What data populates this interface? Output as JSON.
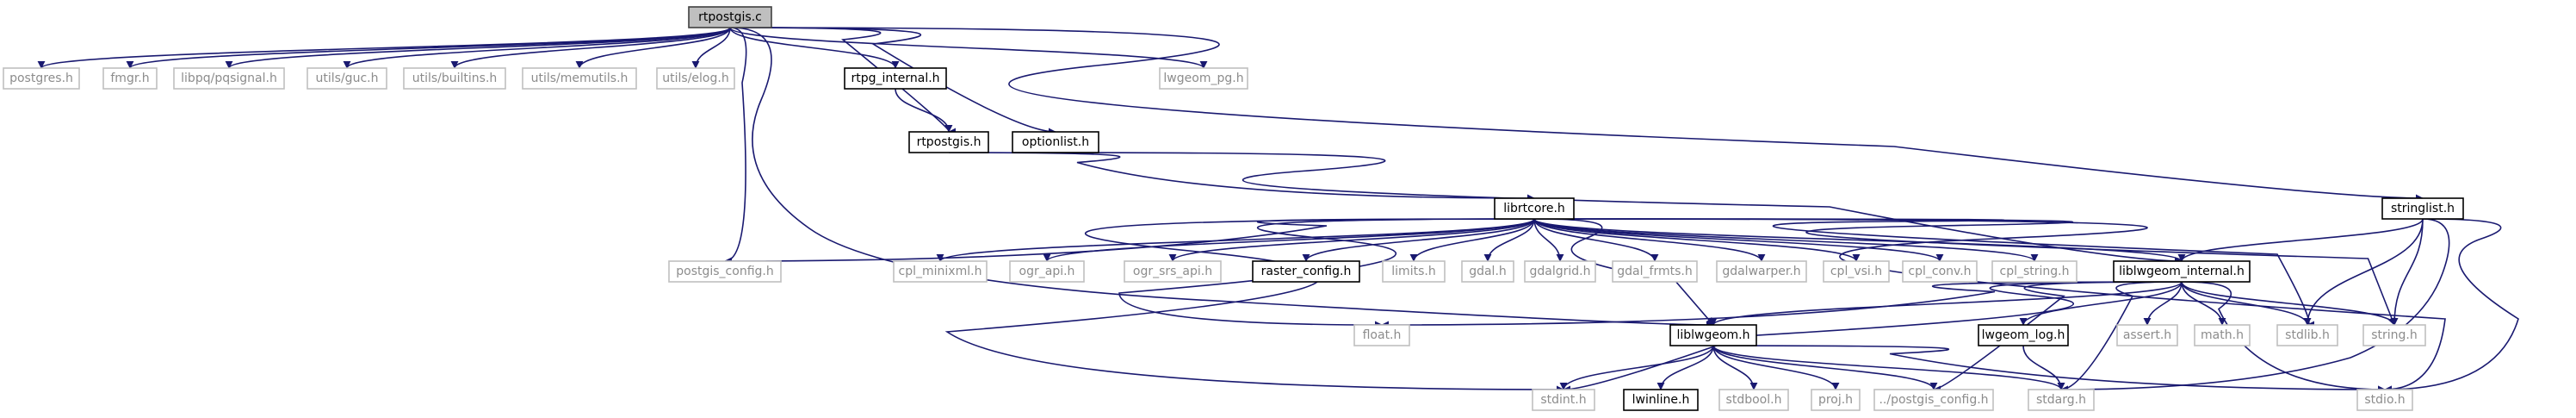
{
  "diagram": {
    "type": "include-dependency-graph",
    "colors": {
      "edge": "#191970",
      "root_fill": "#bfbfbf",
      "root_border": "#404040",
      "documented_border": "#000000",
      "documented_text": "#000000",
      "external_border": "#bfbfbf",
      "external_text": "#8c8c8c"
    },
    "nodes": [
      {
        "id": "rtpostgis_c",
        "label": "rtpostgis.c",
        "kind": "root"
      },
      {
        "id": "postgres_h",
        "label": "postgres.h",
        "kind": "external"
      },
      {
        "id": "fmgr_h",
        "label": "fmgr.h",
        "kind": "external"
      },
      {
        "id": "pqsignal_h",
        "label": "libpq/pqsignal.h",
        "kind": "external"
      },
      {
        "id": "guc_h",
        "label": "utils/guc.h",
        "kind": "external"
      },
      {
        "id": "builtins_h",
        "label": "utils/builtins.h",
        "kind": "external"
      },
      {
        "id": "memutils_h",
        "label": "utils/memutils.h",
        "kind": "external"
      },
      {
        "id": "elog_h",
        "label": "utils/elog.h",
        "kind": "external"
      },
      {
        "id": "rtpg_internal_h",
        "label": "rtpg_internal.h",
        "kind": "documented"
      },
      {
        "id": "lwgeom_pg_h",
        "label": "lwgeom_pg.h",
        "kind": "external"
      },
      {
        "id": "rtpostgis_h",
        "label": "rtpostgis.h",
        "kind": "documented"
      },
      {
        "id": "optionlist_h",
        "label": "optionlist.h",
        "kind": "documented"
      },
      {
        "id": "librtcore_h",
        "label": "librtcore.h",
        "kind": "documented"
      },
      {
        "id": "stringlist_h",
        "label": "stringlist.h",
        "kind": "documented"
      },
      {
        "id": "postgis_config_h",
        "label": "postgis_config.h",
        "kind": "external"
      },
      {
        "id": "cpl_minixml_h",
        "label": "cpl_minixml.h",
        "kind": "external"
      },
      {
        "id": "ogr_api_h",
        "label": "ogr_api.h",
        "kind": "external"
      },
      {
        "id": "ogr_srs_api_h",
        "label": "ogr_srs_api.h",
        "kind": "external"
      },
      {
        "id": "raster_config_h",
        "label": "raster_config.h",
        "kind": "documented"
      },
      {
        "id": "limits_h",
        "label": "limits.h",
        "kind": "external"
      },
      {
        "id": "gdal_h",
        "label": "gdal.h",
        "kind": "external"
      },
      {
        "id": "gdalgrid_h",
        "label": "gdalgrid.h",
        "kind": "external"
      },
      {
        "id": "gdal_frmts_h",
        "label": "gdal_frmts.h",
        "kind": "external"
      },
      {
        "id": "gdalwarper_h",
        "label": "gdalwarper.h",
        "kind": "external"
      },
      {
        "id": "cpl_vsi_h",
        "label": "cpl_vsi.h",
        "kind": "external"
      },
      {
        "id": "cpl_conv_h",
        "label": "cpl_conv.h",
        "kind": "external"
      },
      {
        "id": "cpl_string_h",
        "label": "cpl_string.h",
        "kind": "external"
      },
      {
        "id": "liblwgeom_internal_h",
        "label": "liblwgeom_internal.h",
        "kind": "documented"
      },
      {
        "id": "float_h",
        "label": "float.h",
        "kind": "external"
      },
      {
        "id": "liblwgeom_h",
        "label": "liblwgeom.h",
        "kind": "documented"
      },
      {
        "id": "lwgeom_log_h",
        "label": "lwgeom_log.h",
        "kind": "documented"
      },
      {
        "id": "assert_h",
        "label": "assert.h",
        "kind": "external"
      },
      {
        "id": "math_h",
        "label": "math.h",
        "kind": "external"
      },
      {
        "id": "stdlib_h",
        "label": "stdlib.h",
        "kind": "external"
      },
      {
        "id": "string_h",
        "label": "string.h",
        "kind": "external"
      },
      {
        "id": "stdint_h",
        "label": "stdint.h",
        "kind": "external"
      },
      {
        "id": "lwinline_h",
        "label": "lwinline.h",
        "kind": "documented"
      },
      {
        "id": "stdbool_h",
        "label": "stdbool.h",
        "kind": "external"
      },
      {
        "id": "proj_h",
        "label": "proj.h",
        "kind": "external"
      },
      {
        "id": "postgis_config_rel_h",
        "label": "../postgis_config.h",
        "kind": "external"
      },
      {
        "id": "stdarg_h",
        "label": "stdarg.h",
        "kind": "external"
      },
      {
        "id": "stdio_h",
        "label": "stdio.h",
        "kind": "external"
      }
    ]
  }
}
